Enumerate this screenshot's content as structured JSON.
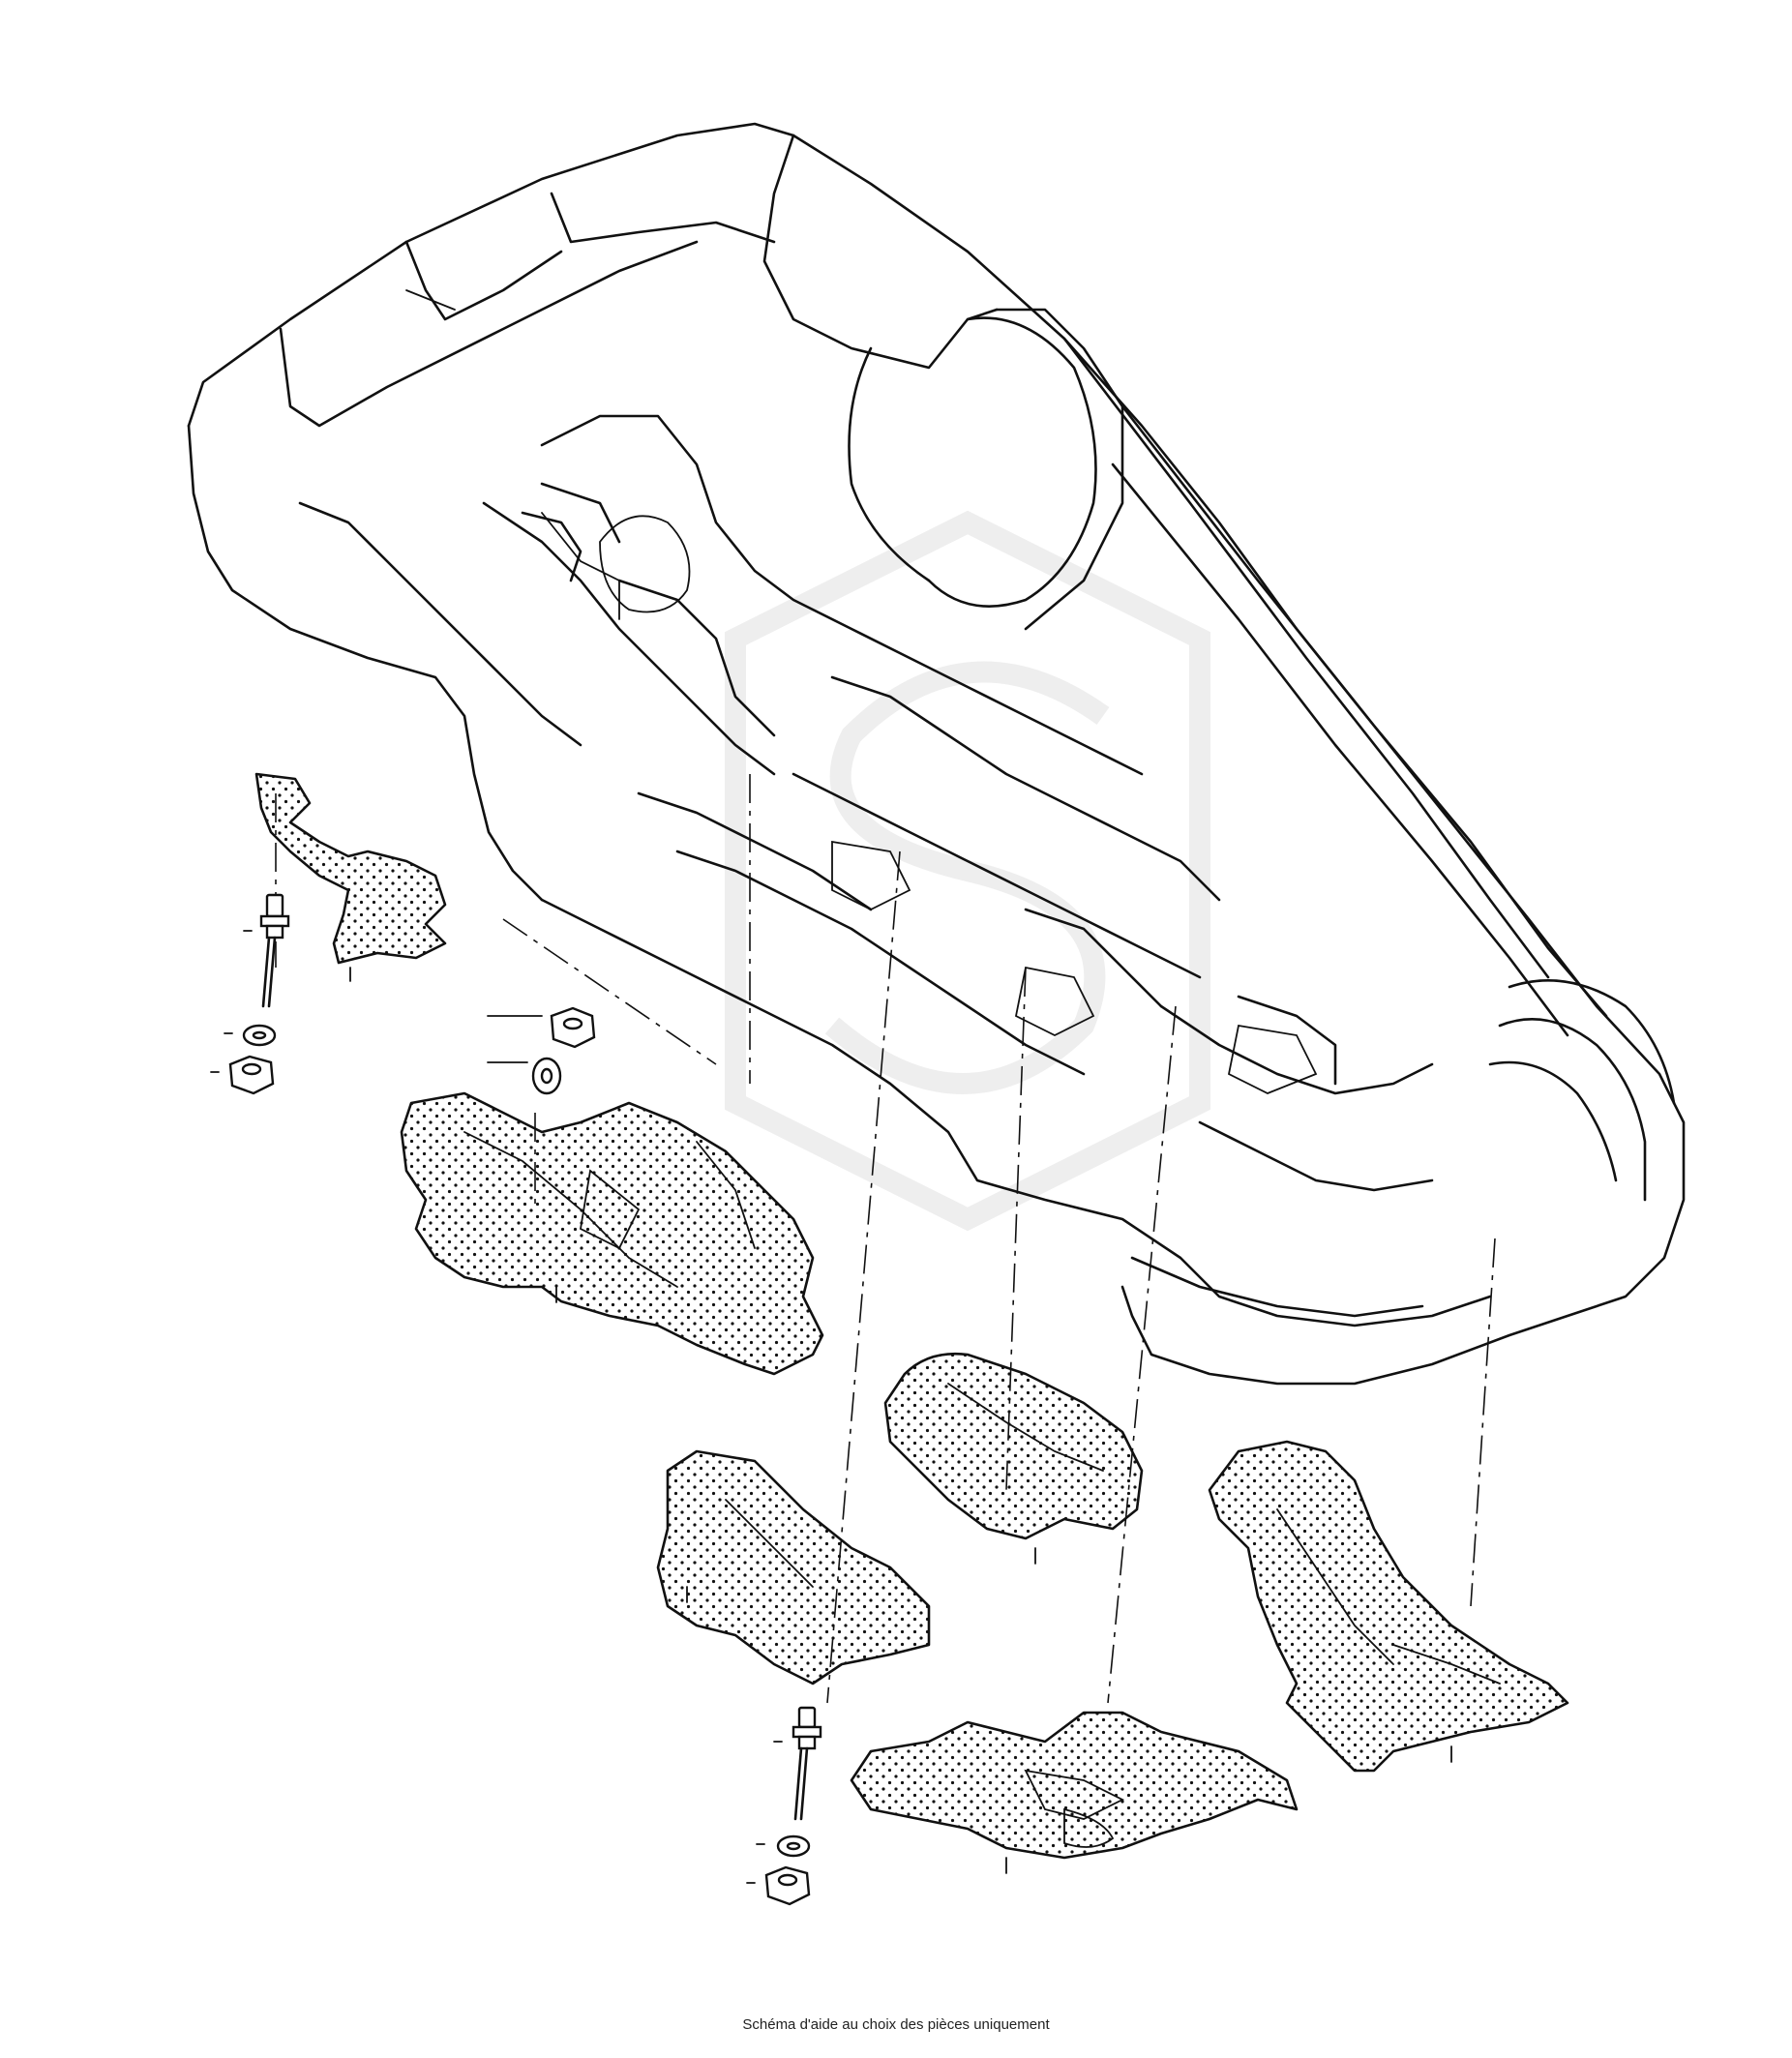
{
  "caption": "Schéma d'aide au choix des pièces uniquement",
  "diagram": {
    "parts": [
      {
        "id": "vehicle-underbody"
      },
      {
        "id": "heat-shield-front-left"
      },
      {
        "id": "heat-shield-front-small"
      },
      {
        "id": "heat-shield-center"
      },
      {
        "id": "heat-shield-tunnel"
      },
      {
        "id": "heat-shield-rear-floor"
      },
      {
        "id": "heat-shield-rear-right"
      },
      {
        "id": "stud-bolt-left"
      },
      {
        "id": "stud-bolt-center"
      },
      {
        "id": "washer"
      },
      {
        "id": "hex-nut"
      }
    ],
    "watermark": "logo"
  }
}
